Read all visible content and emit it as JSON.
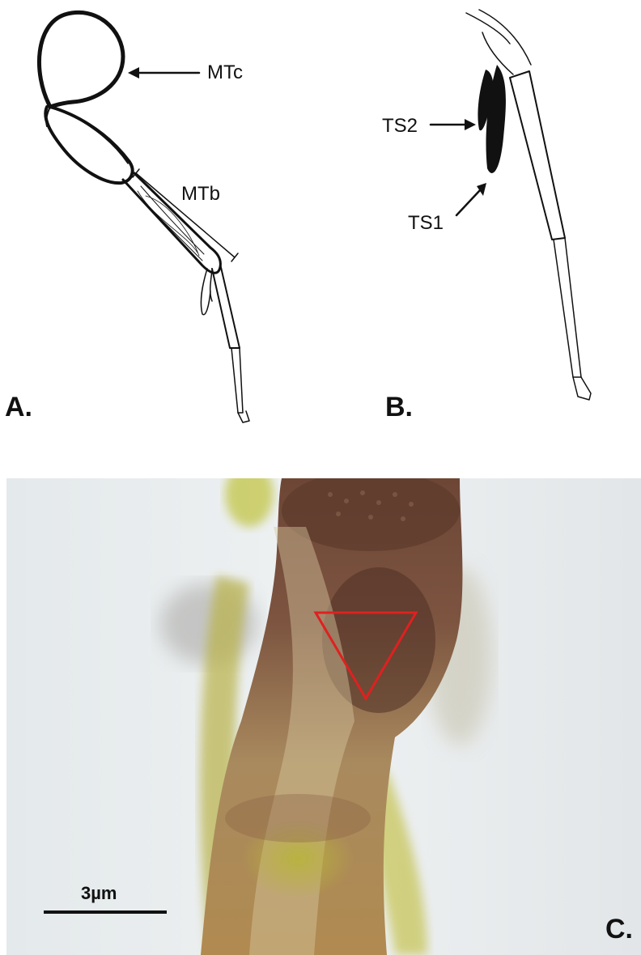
{
  "figure": {
    "panels": [
      {
        "letter": "A."
      },
      {
        "letter": "B."
      },
      {
        "letter": "C."
      }
    ],
    "labels": {
      "mtc": "MTc",
      "mtb": "MTb",
      "ts2": "TS2",
      "ts1": "TS1"
    },
    "scale_bar": {
      "label": "3µm"
    },
    "highlight": {
      "shape": "triangle",
      "color": "#e02020"
    }
  }
}
